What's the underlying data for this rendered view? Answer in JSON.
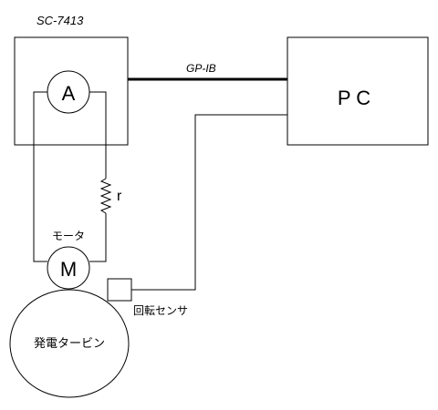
{
  "labels": {
    "instrument": "SC-7413",
    "ammeter": "A",
    "interface": "GP-IB",
    "pc": "P C",
    "resistor": "r",
    "motor_caption": "モータ",
    "motor": "M",
    "sensor": "回転センサ",
    "turbine": "発電タービン"
  },
  "icons": {
    "resistor": "zigzag-resistor",
    "ammeter": "circle-meter",
    "motor": "circle-motor",
    "sensor": "square-sensor"
  },
  "colors": {
    "line": "#000000",
    "background": "#ffffff"
  }
}
